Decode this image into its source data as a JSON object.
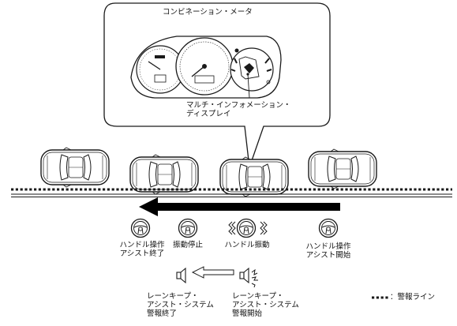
{
  "callout": {
    "title": "コンビネーション・メータ",
    "display_label": "マルチ・インフォメーション・\nディスプレイ"
  },
  "steps": {
    "assist_end": "ハンドル操作\nアシスト終了",
    "vibration_stop": "振動停止",
    "vibration": "ハンドル振動",
    "assist_start": "ハンドル操作\nアシスト開始"
  },
  "alarms": {
    "alarm_end": "レーンキープ・\nアシスト・システム\n警報終了",
    "alarm_start": "レーンキープ・\nアシスト・システム\n警報開始"
  },
  "legend": {
    "warning_line": "：警報ライン"
  },
  "colors": {
    "line": "#1a1a1a",
    "arrow_fill": "#000000",
    "car_body": "#ffffff"
  },
  "icons": {
    "steering": "steering-wheel-icon",
    "speaker": "speaker-icon"
  }
}
